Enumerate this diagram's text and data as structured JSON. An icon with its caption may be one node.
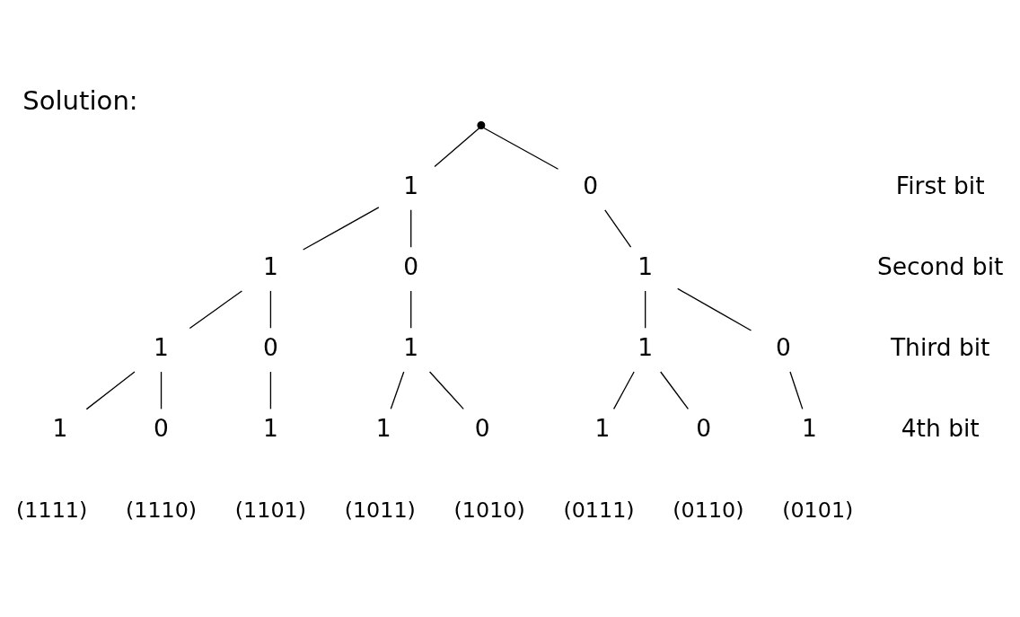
{
  "diagram": {
    "title": "Solution:",
    "nodes": [
      {
        "text": [],
        "shape": "dot"
      },
      {
        "text": [
          "1"
        ]
      },
      {
        "text": [
          "0"
        ]
      },
      {
        "text": [
          "1"
        ]
      },
      {
        "text": [
          "0"
        ]
      },
      {
        "text": [
          "1"
        ]
      },
      {
        "text": [
          "1"
        ]
      },
      {
        "text": [
          "0"
        ]
      },
      {
        "text": [
          "1"
        ]
      },
      {
        "text": [
          "1"
        ]
      },
      {
        "text": [
          "0"
        ]
      },
      {
        "text": [
          "1"
        ],
        "beside": [
          "(1111)"
        ]
      },
      {
        "text": [
          "0"
        ],
        "beside": [
          "(1110)"
        ]
      },
      {
        "text": [
          "1"
        ],
        "beside": [
          "(1101)"
        ]
      },
      {
        "text": [
          "1"
        ],
        "beside": [
          "(1011)"
        ]
      },
      {
        "text": [
          "0"
        ],
        "beside": [
          "(1010)"
        ]
      },
      {
        "text": [
          "1"
        ],
        "beside": [
          "(0111)"
        ]
      },
      {
        "text": [
          "0"
        ],
        "beside": [
          "(0110)"
        ]
      },
      {
        "text": [
          "1"
        ],
        "beside": [
          "(0101)"
        ]
      }
    ],
    "edges": [
      {
        "from": 0,
        "to": 1,
        "arrow": "none"
      },
      {
        "from": 0,
        "to": 2,
        "arrow": "none"
      },
      {
        "from": 1,
        "to": 3,
        "arrow": "none"
      },
      {
        "from": 1,
        "to": 4,
        "arrow": "none"
      },
      {
        "from": 2,
        "to": 5,
        "arrow": "none"
      },
      {
        "from": 3,
        "to": 6,
        "arrow": "none"
      },
      {
        "from": 3,
        "to": 7,
        "arrow": "none"
      },
      {
        "from": 4,
        "to": 8,
        "arrow": "none"
      },
      {
        "from": 5,
        "to": 9,
        "arrow": "none"
      },
      {
        "from": 5,
        "to": 10,
        "arrow": "none"
      },
      {
        "from": 6,
        "to": 11,
        "arrow": "none"
      },
      {
        "from": 6,
        "to": 12,
        "arrow": "none"
      },
      {
        "from": 7,
        "to": 13,
        "arrow": "none"
      },
      {
        "from": 8,
        "to": 14,
        "arrow": "none"
      },
      {
        "from": 8,
        "to": 15,
        "arrow": "none"
      },
      {
        "from": 9,
        "to": 16,
        "arrow": "none"
      },
      {
        "from": 9,
        "to": 17,
        "arrow": "none"
      },
      {
        "from": 10,
        "to": 18,
        "arrow": "none"
      }
    ],
    "labels": [
      "First bit",
      "Second bit",
      "Third bit",
      "4th bit"
    ]
  }
}
